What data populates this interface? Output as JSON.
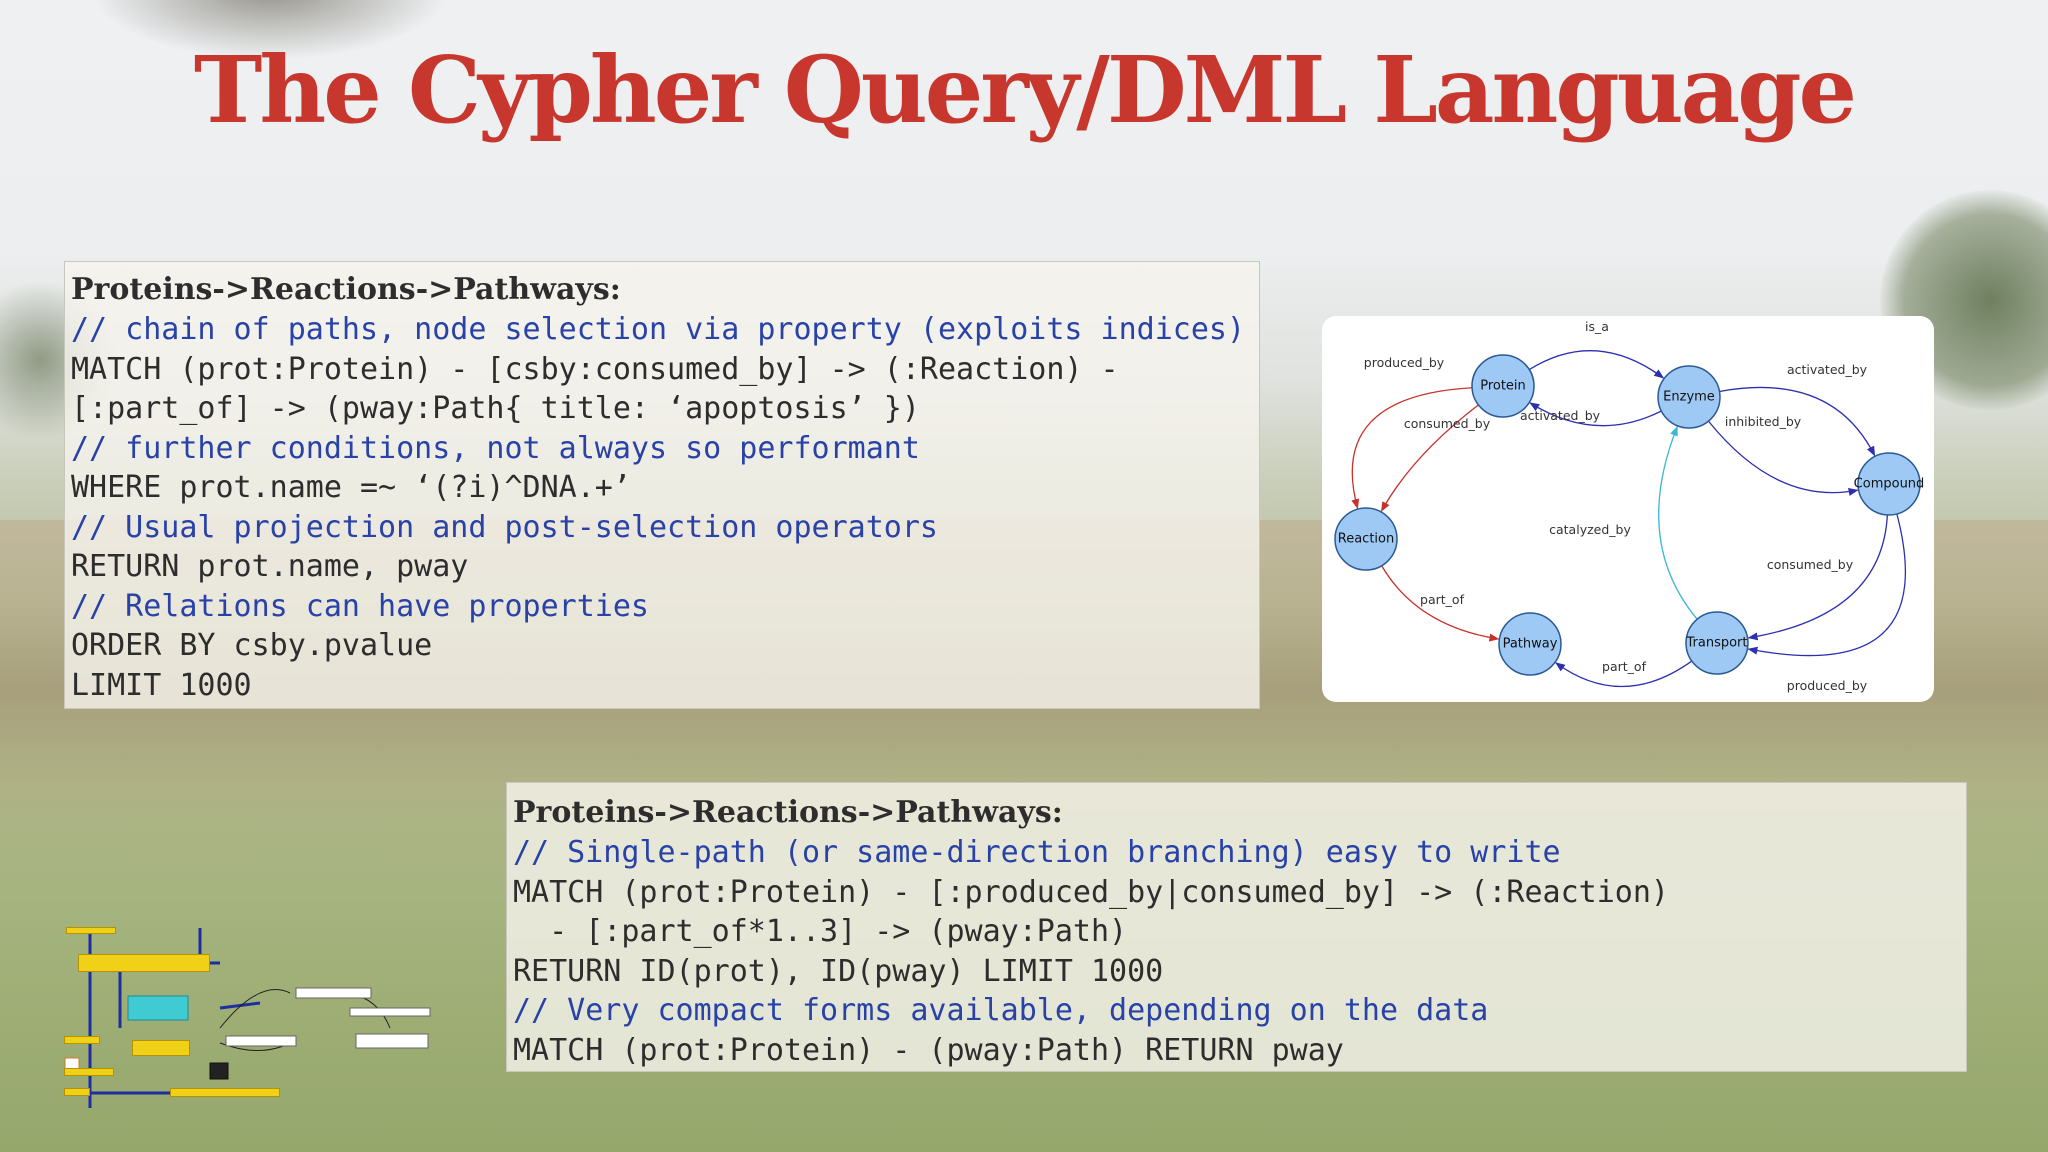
{
  "slide": {
    "title": "The Cypher Query/DML Language"
  },
  "code_block_1": {
    "heading": "Proteins->Reactions->Pathways:",
    "lines": [
      {
        "text": "// chain of paths, node selection via property (exploits indices)",
        "kind": "comment"
      },
      {
        "text": "MATCH (prot:Protein) - [csby:consumed_by] -> (:Reaction) -",
        "kind": "code"
      },
      {
        "text": "[:part_of] -> (pway:Path{ title: ‘apoptosis’ })",
        "kind": "code"
      },
      {
        "text": "// further conditions, not always so performant",
        "kind": "comment"
      },
      {
        "text": "WHERE prot.name =~ ‘(?i)^DNA.+’",
        "kind": "code"
      },
      {
        "text": "// Usual projection and post-selection operators",
        "kind": "comment"
      },
      {
        "text": "RETURN prot.name, pway",
        "kind": "code"
      },
      {
        "text": "// Relations can have properties",
        "kind": "comment"
      },
      {
        "text": "ORDER BY csby.pvalue",
        "kind": "code"
      },
      {
        "text": "LIMIT 1000",
        "kind": "code"
      }
    ]
  },
  "code_block_2": {
    "heading": "Proteins->Reactions->Pathways:",
    "lines": [
      {
        "text": "// Single-path (or same-direction branching) easy to write",
        "kind": "comment"
      },
      {
        "text": "MATCH (prot:Protein) - [:produced_by|consumed_by] -> (:Reaction)",
        "kind": "code"
      },
      {
        "text": "  - [:part_of*1..3] -> (pway:Path)",
        "kind": "code"
      },
      {
        "text": "RETURN ID(prot), ID(pway) LIMIT 1000",
        "kind": "code"
      },
      {
        "text": "// Very compact forms available, depending on the data",
        "kind": "comment"
      },
      {
        "text": "MATCH (prot:Protein) - (pway:Path) RETURN pway",
        "kind": "code"
      }
    ]
  },
  "graph": {
    "colors": {
      "node_fill": "#9ec9f5",
      "node_stroke": "#2a5a94",
      "edge_blue": "#2b2fb0",
      "edge_red": "#c8302b",
      "edge_cyan": "#3bb6d6"
    },
    "nodes": [
      {
        "id": "protein",
        "label": "Protein"
      },
      {
        "id": "enzyme",
        "label": "Enzyme"
      },
      {
        "id": "compound",
        "label": "Compound"
      },
      {
        "id": "reaction",
        "label": "Reaction"
      },
      {
        "id": "pathway",
        "label": "Pathway"
      },
      {
        "id": "transport",
        "label": "Transport"
      }
    ],
    "edges": [
      {
        "id": "is_a",
        "label": "is_a",
        "from": "protein",
        "to": "enzyme",
        "color": "blue"
      },
      {
        "id": "activated_by_enz_prot",
        "label": "activated_by",
        "from": "enzyme",
        "to": "protein",
        "color": "blue"
      },
      {
        "id": "activated_by_enz_comp",
        "label": "activated_by",
        "from": "enzyme",
        "to": "compound",
        "color": "blue"
      },
      {
        "id": "inhibited_by",
        "label": "inhibited_by",
        "from": "enzyme",
        "to": "compound",
        "color": "blue"
      },
      {
        "id": "produced_by_prot",
        "label": "produced_by",
        "from": "protein",
        "to": "reaction",
        "color": "red"
      },
      {
        "id": "consumed_by_prot",
        "label": "consumed_by",
        "from": "protein",
        "to": "reaction",
        "color": "red"
      },
      {
        "id": "part_of_reac",
        "label": "part_of",
        "from": "reaction",
        "to": "pathway",
        "color": "red"
      },
      {
        "id": "catalyzed_by",
        "label": "catalyzed_by",
        "from": "transport",
        "to": "enzyme",
        "color": "cyan"
      },
      {
        "id": "consumed_by_comp",
        "label": "consumed_by",
        "from": "compound",
        "to": "transport",
        "color": "blue"
      },
      {
        "id": "produced_by_comp",
        "label": "produced_by",
        "from": "compound",
        "to": "transport",
        "color": "blue"
      },
      {
        "id": "part_of_trans",
        "label": "part_of",
        "from": "transport",
        "to": "pathway",
        "color": "blue"
      }
    ]
  }
}
